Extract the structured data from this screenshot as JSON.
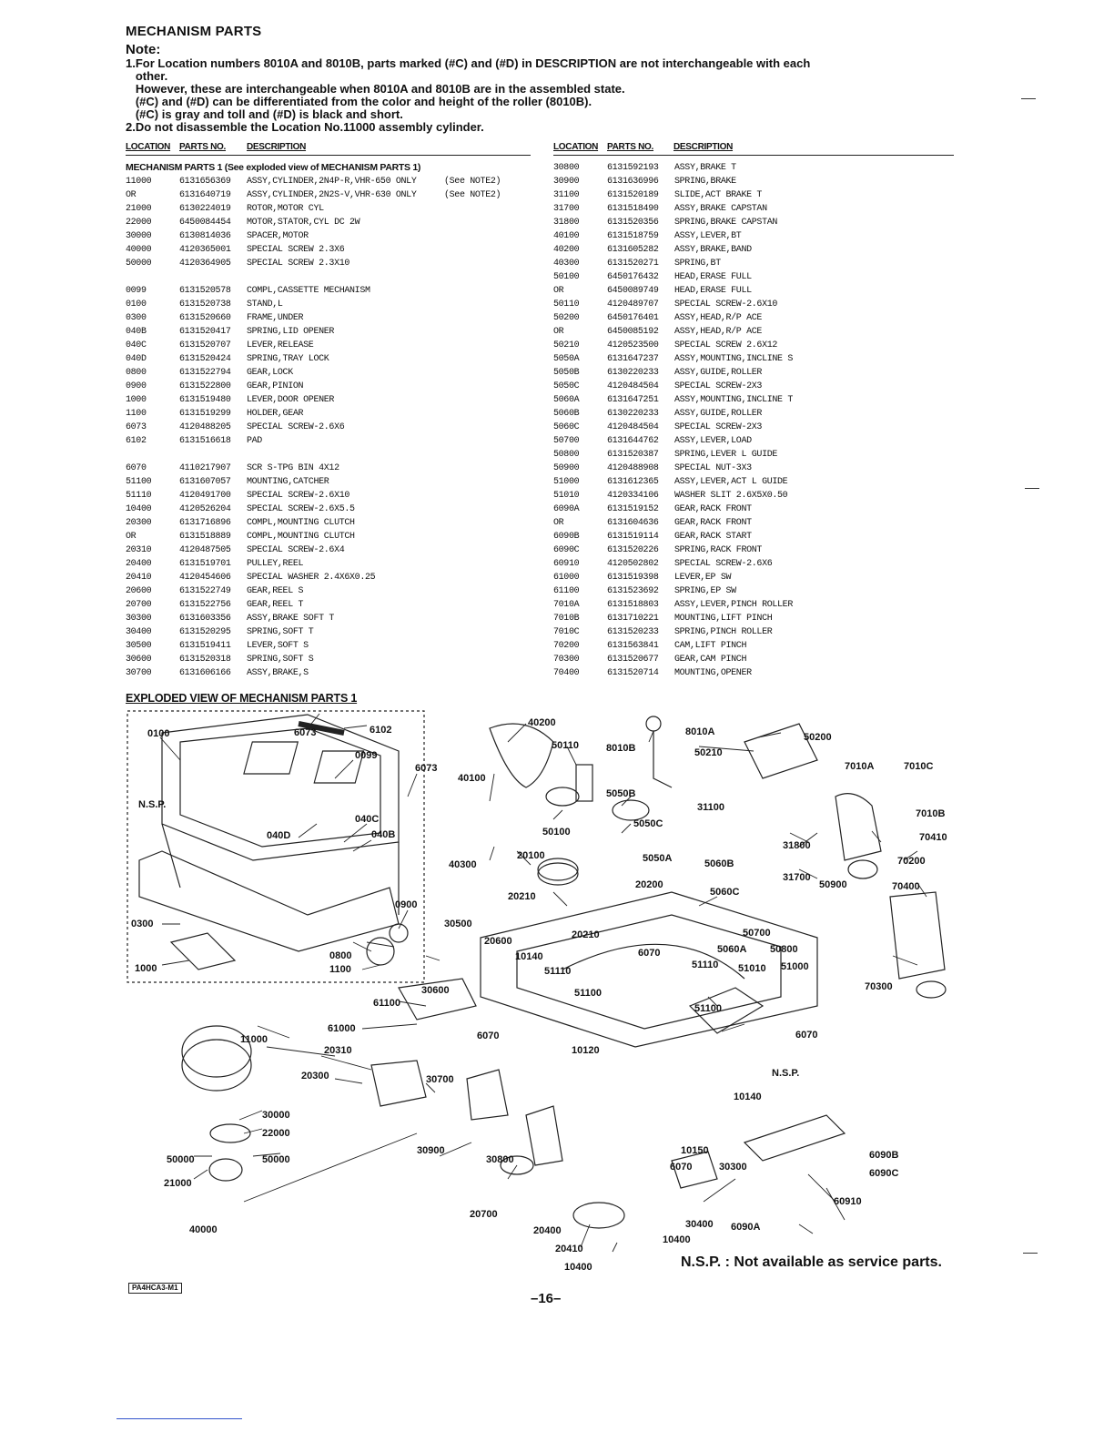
{
  "header": {
    "title": "MECHANISM PARTS",
    "note_label": "Note:",
    "notes": [
      "1.For Location numbers 8010A and 8010B, parts marked (#C) and (#D) in DESCRIPTION are not interchangeable with each",
      "   other.",
      "   However, these are interchangeable when 8010A and 8010B are in the assembled state.",
      "   (#C) and (#D) can be differentiated from the color and height of the roller (8010B).",
      "   (#C) is gray and toll and (#D) is black and short.",
      "2.Do not disassemble the Location No.11000 assembly cylinder."
    ]
  },
  "columns": {
    "location": "LOCATION",
    "parts_no": "PARTS NO.",
    "description": "DESCRIPTION"
  },
  "section_title": "MECHANISM PARTS 1 (See exploded view of MECHANISM PARTS 1)",
  "left_rows": [
    {
      "loc": "11000",
      "pn": "6131656369",
      "desc": "ASSY,CYLINDER,2N4P-R,VHR-650 ONLY",
      "note": "(See NOTE2)"
    },
    {
      "loc": "OR",
      "pn": "6131640719",
      "desc": "ASSY,CYLINDER,2N2S-V,VHR-630 ONLY",
      "note": "(See NOTE2)"
    },
    {
      "loc": "21000",
      "pn": "6130224019",
      "desc": "ROTOR,MOTOR CYL",
      "note": ""
    },
    {
      "loc": "22000",
      "pn": "6450084454",
      "desc": "MOTOR,STATOR,CYL DC 2W",
      "note": ""
    },
    {
      "loc": "30000",
      "pn": "6130814036",
      "desc": "SPACER,MOTOR",
      "note": ""
    },
    {
      "loc": "40000",
      "pn": "4120365001",
      "desc": "SPECIAL SCREW 2.3X6",
      "note": ""
    },
    {
      "loc": "50000",
      "pn": "4120364905",
      "desc": "SPECIAL SCREW 2.3X10",
      "note": ""
    },
    {
      "gap": true
    },
    {
      "loc": "0099",
      "pn": "6131520578",
      "desc": "COMPL,CASSETTE MECHANISM",
      "note": ""
    },
    {
      "loc": "0100",
      "pn": "6131520738",
      "desc": "STAND,L",
      "note": ""
    },
    {
      "loc": "0300",
      "pn": "6131520660",
      "desc": "FRAME,UNDER",
      "note": ""
    },
    {
      "loc": "040B",
      "pn": "6131520417",
      "desc": "SPRING,LID OPENER",
      "note": ""
    },
    {
      "loc": "040C",
      "pn": "6131520707",
      "desc": "LEVER,RELEASE",
      "note": ""
    },
    {
      "loc": "040D",
      "pn": "6131520424",
      "desc": "SPRING,TRAY LOCK",
      "note": ""
    },
    {
      "loc": "0800",
      "pn": "6131522794",
      "desc": "GEAR,LOCK",
      "note": ""
    },
    {
      "loc": "0900",
      "pn": "6131522800",
      "desc": "GEAR,PINION",
      "note": ""
    },
    {
      "loc": "1000",
      "pn": "6131519480",
      "desc": "LEVER,DOOR OPENER",
      "note": ""
    },
    {
      "loc": "1100",
      "pn": "6131519299",
      "desc": "HOLDER,GEAR",
      "note": ""
    },
    {
      "loc": "6073",
      "pn": "4120488205",
      "desc": "SPECIAL SCREW-2.6X6",
      "note": ""
    },
    {
      "loc": "6102",
      "pn": "6131516618",
      "desc": "PAD",
      "note": ""
    },
    {
      "gap": true
    },
    {
      "loc": "6070",
      "pn": "4110217907",
      "desc": "SCR S-TPG BIN 4X12",
      "note": ""
    },
    {
      "loc": "51100",
      "pn": "6131607057",
      "desc": "MOUNTING,CATCHER",
      "note": ""
    },
    {
      "loc": "51110",
      "pn": "4120491700",
      "desc": "SPECIAL SCREW-2.6X10",
      "note": ""
    },
    {
      "loc": "10400",
      "pn": "4120526204",
      "desc": "SPECIAL SCREW-2.6X5.5",
      "note": ""
    },
    {
      "loc": "20300",
      "pn": "6131716896",
      "desc": "COMPL,MOUNTING CLUTCH",
      "note": ""
    },
    {
      "loc": "OR",
      "pn": "6131518889",
      "desc": "COMPL,MOUNTING CLUTCH",
      "note": ""
    },
    {
      "loc": "20310",
      "pn": "4120487505",
      "desc": "SPECIAL SCREW-2.6X4",
      "note": ""
    },
    {
      "loc": "20400",
      "pn": "6131519701",
      "desc": "PULLEY,REEL",
      "note": ""
    },
    {
      "loc": "20410",
      "pn": "4120454606",
      "desc": "SPECIAL WASHER 2.4X6X0.25",
      "note": ""
    },
    {
      "loc": "20600",
      "pn": "6131522749",
      "desc": "GEAR,REEL S",
      "note": ""
    },
    {
      "loc": "20700",
      "pn": "6131522756",
      "desc": "GEAR,REEL T",
      "note": ""
    },
    {
      "loc": "30300",
      "pn": "6131603356",
      "desc": "ASSY,BRAKE SOFT T",
      "note": ""
    },
    {
      "loc": "30400",
      "pn": "6131520295",
      "desc": "SPRING,SOFT T",
      "note": ""
    },
    {
      "loc": "30500",
      "pn": "6131519411",
      "desc": "LEVER,SOFT S",
      "note": ""
    },
    {
      "loc": "30600",
      "pn": "6131520318",
      "desc": "SPRING,SOFT S",
      "note": ""
    },
    {
      "loc": "30700",
      "pn": "6131606166",
      "desc": "ASSY,BRAKE,S",
      "note": ""
    }
  ],
  "right_rows": [
    {
      "loc": "30800",
      "pn": "6131592193",
      "desc": "ASSY,BRAKE T"
    },
    {
      "loc": "30900",
      "pn": "6131636996",
      "desc": "SPRING,BRAKE"
    },
    {
      "loc": "31100",
      "pn": "6131520189",
      "desc": "SLIDE,ACT BRAKE T"
    },
    {
      "loc": "31700",
      "pn": "6131518490",
      "desc": "ASSY,BRAKE CAPSTAN"
    },
    {
      "loc": "31800",
      "pn": "6131520356",
      "desc": "SPRING,BRAKE CAPSTAN"
    },
    {
      "loc": "40100",
      "pn": "6131518759",
      "desc": "ASSY,LEVER,BT"
    },
    {
      "loc": "40200",
      "pn": "6131605282",
      "desc": "ASSY,BRAKE,BAND"
    },
    {
      "loc": "40300",
      "pn": "6131520271",
      "desc": "SPRING,BT"
    },
    {
      "loc": "50100",
      "pn": "6450176432",
      "desc": "HEAD,ERASE FULL"
    },
    {
      "loc": "OR",
      "pn": "6450089749",
      "desc": "HEAD,ERASE FULL"
    },
    {
      "loc": "50110",
      "pn": "4120489707",
      "desc": "SPECIAL SCREW-2.6X10"
    },
    {
      "loc": "50200",
      "pn": "6450176401",
      "desc": "ASSY,HEAD,R/P ACE"
    },
    {
      "loc": "OR",
      "pn": "6450085192",
      "desc": "ASSY,HEAD,R/P ACE"
    },
    {
      "loc": "50210",
      "pn": "4120523500",
      "desc": "SPECIAL SCREW 2.6X12"
    },
    {
      "loc": "5050A",
      "pn": "6131647237",
      "desc": "ASSY,MOUNTING,INCLINE S"
    },
    {
      "loc": "5050B",
      "pn": "6130220233",
      "desc": "ASSY,GUIDE,ROLLER"
    },
    {
      "loc": "5050C",
      "pn": "4120484504",
      "desc": "SPECIAL SCREW-2X3"
    },
    {
      "loc": "5060A",
      "pn": "6131647251",
      "desc": "ASSY,MOUNTING,INCLINE T"
    },
    {
      "loc": "5060B",
      "pn": "6130220233",
      "desc": "ASSY,GUIDE,ROLLER"
    },
    {
      "loc": "5060C",
      "pn": "4120484504",
      "desc": "SPECIAL SCREW-2X3"
    },
    {
      "loc": "50700",
      "pn": "6131644762",
      "desc": "ASSY,LEVER,LOAD"
    },
    {
      "loc": "50800",
      "pn": "6131520387",
      "desc": "SPRING,LEVER L GUIDE"
    },
    {
      "loc": "50900",
      "pn": "4120488908",
      "desc": "SPECIAL NUT-3X3"
    },
    {
      "loc": "51000",
      "pn": "6131612365",
      "desc": "ASSY,LEVER,ACT L GUIDE"
    },
    {
      "loc": "51010",
      "pn": "4120334106",
      "desc": "WASHER SLIT 2.6X5X0.50"
    },
    {
      "loc": "6090A",
      "pn": "6131519152",
      "desc": "GEAR,RACK FRONT"
    },
    {
      "loc": "OR",
      "pn": "6131604636",
      "desc": "GEAR,RACK FRONT"
    },
    {
      "loc": "6090B",
      "pn": "6131519114",
      "desc": "GEAR,RACK START"
    },
    {
      "loc": "6090C",
      "pn": "6131520226",
      "desc": "SPRING,RACK FRONT"
    },
    {
      "loc": "60910",
      "pn": "4120502802",
      "desc": "SPECIAL SCREW-2.6X6"
    },
    {
      "loc": "61000",
      "pn": "6131519398",
      "desc": "LEVER,EP SW"
    },
    {
      "loc": "61100",
      "pn": "6131523692",
      "desc": "SPRING,EP SW"
    },
    {
      "loc": "7010A",
      "pn": "6131518803",
      "desc": "ASSY,LEVER,PINCH ROLLER"
    },
    {
      "loc": "7010B",
      "pn": "6131710221",
      "desc": "MOUNTING,LIFT PINCH"
    },
    {
      "loc": "7010C",
      "pn": "6131520233",
      "desc": "SPRING,PINCH ROLLER"
    },
    {
      "loc": "70200",
      "pn": "6131563841",
      "desc": "CAM,LIFT PINCH"
    },
    {
      "loc": "70300",
      "pn": "6131520677",
      "desc": "GEAR,CAM PINCH"
    },
    {
      "loc": "70400",
      "pn": "6131520714",
      "desc": "MOUNTING,OPENER"
    }
  ],
  "exploded_view": {
    "title": "EXPLODED VIEW OF MECHANISM PARTS 1",
    "labels": {
      "l0100": "0100",
      "l6073a": "6073",
      "l6102": "6102",
      "l0099": "0099",
      "l6073b": "6073",
      "lnsp1": "N.S.P.",
      "l040C": "040C",
      "l040D": "040D",
      "l040B": "040B",
      "l0900": "0900",
      "l0300": "0300",
      "l0800": "0800",
      "l1000": "1000",
      "l1100": "1100",
      "l40200": "40200",
      "l50110": "50110",
      "l8010B": "8010B",
      "l8010A": "8010A",
      "l50210": "50210",
      "l50200": "50200",
      "l7010A": "7010A",
      "l7010C": "7010C",
      "l7010B": "7010B",
      "l70410": "70410",
      "l70200": "70200",
      "l70400": "70400",
      "l50900": "50900",
      "l40100": "40100",
      "l5050B": "5050B",
      "l31100": "31100",
      "l50100": "50100",
      "l5050C": "5050C",
      "l31800": "31800",
      "l40300": "40300",
      "l20100": "20100",
      "l5050A": "5050A",
      "l5060B": "5060B",
      "l31700": "31700",
      "l20210a": "20210",
      "l20200": "20200",
      "l5060C": "5060C",
      "l30500": "30500",
      "l20210b": "20210",
      "l50700": "50700",
      "l20600": "20600",
      "l10140a": "10140",
      "l6070a": "6070",
      "l5060A": "5060A",
      "l50800": "50800",
      "l51110": "51110",
      "l51110b": "51110",
      "l51010": "51010",
      "l51000": "51000",
      "l30600": "30600",
      "l51100a": "51100",
      "l51100b": "51100",
      "l70300": "70300",
      "l61100": "61100",
      "l11000": "11000",
      "l61000": "61000",
      "l6070b": "6070",
      "l10120": "10120",
      "l6070c": "6070",
      "l20310": "20310",
      "l20300": "20300",
      "l30700": "30700",
      "lnsp2": "N.S.P.",
      "l10140b": "10140",
      "l30000": "30000",
      "l22000": "22000",
      "l50000a": "50000",
      "l50000b": "50000",
      "l21000": "21000",
      "l30900": "30900",
      "l30800": "30800",
      "l10150": "10150",
      "l6070d": "6070",
      "l30300": "30300",
      "l6090B": "6090B",
      "l6090C": "6090C",
      "l20700": "20700",
      "l60910": "60910",
      "l40000": "40000",
      "l30400": "30400",
      "l6090A": "6090A",
      "l20400": "20400",
      "l10400a": "10400",
      "l20410": "20410",
      "l10400b": "10400"
    }
  },
  "footer": {
    "nsp_note": "N.S.P. : Not available as service parts.",
    "page_number": "–16–",
    "code": "PA4HCA3-M1"
  }
}
